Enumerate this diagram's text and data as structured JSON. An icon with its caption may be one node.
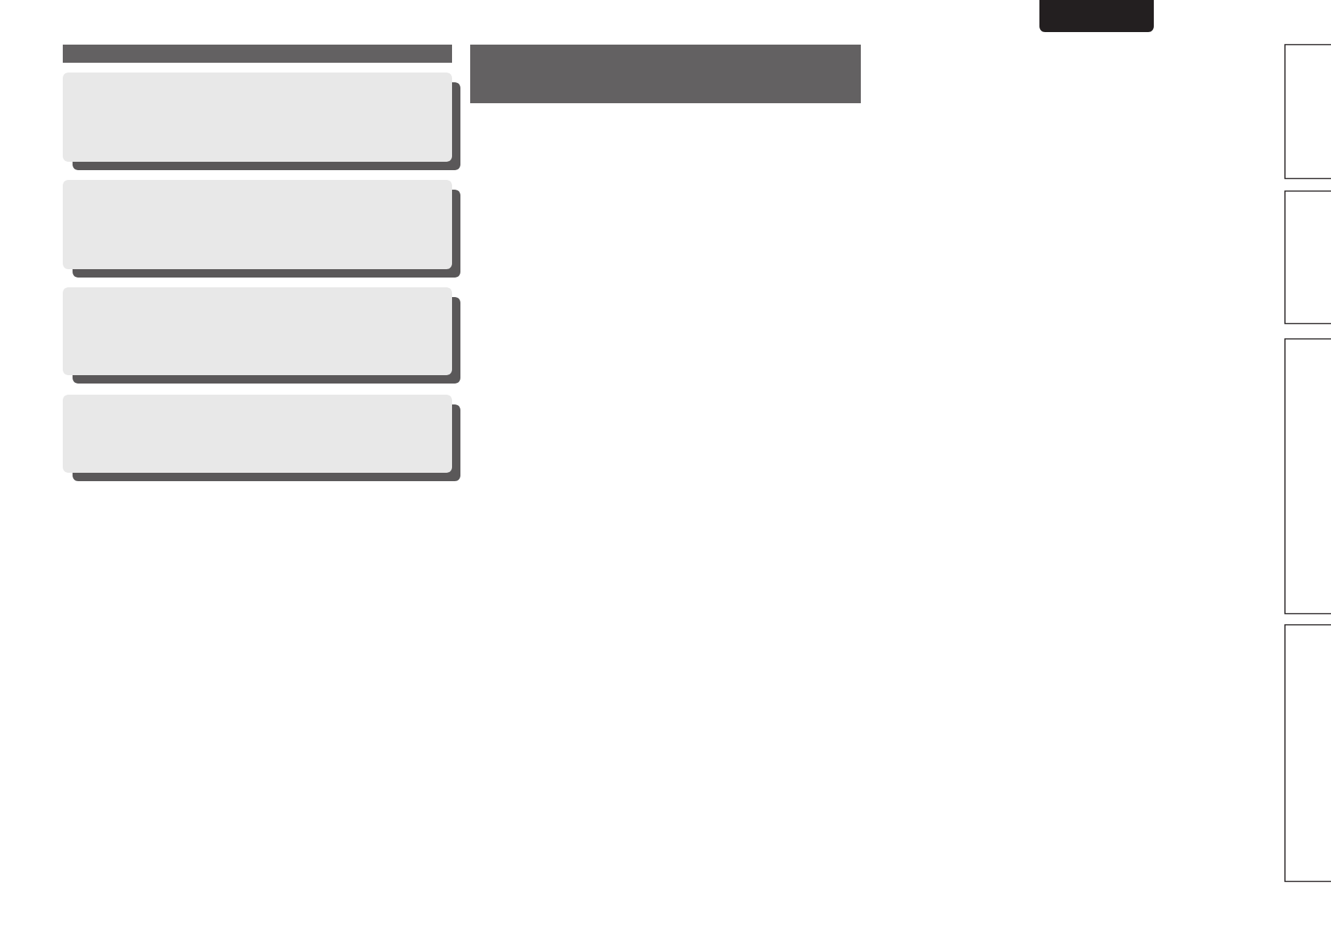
{
  "diagram": {
    "nodes": [
      {
        "text": [],
        "shape": "bar"
      },
      {
        "text": [],
        "shape": "box"
      },
      {
        "text": [],
        "shape": "box"
      },
      {
        "text": [],
        "shape": "box"
      },
      {
        "text": [],
        "shape": "box"
      },
      {
        "text": [],
        "shape": "bar"
      },
      {
        "text": [],
        "shape": "box"
      },
      {
        "text": [],
        "shape": "bar"
      },
      {
        "text": [],
        "shape": "bar"
      },
      {
        "text": [],
        "shape": "bar"
      },
      {
        "text": [],
        "shape": "bar"
      }
    ]
  }
}
